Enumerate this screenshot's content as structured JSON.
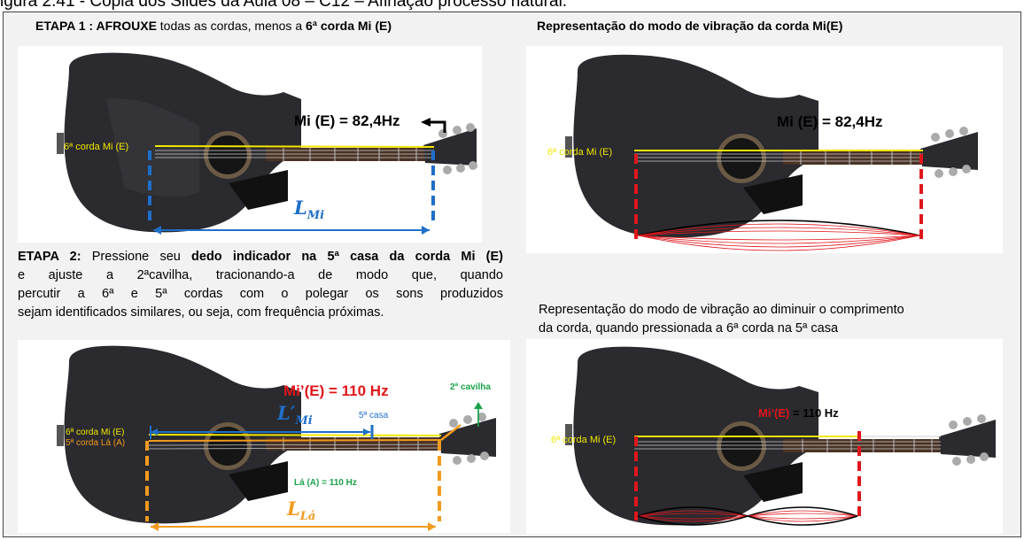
{
  "caption": "igura 2.41 - Cópia dos Slides da Aula 08 – C12 – Afinação processo natural.",
  "step1": {
    "prefix": "ETAPA 1 : ",
    "bold": "AFROUXE",
    "mid": " todas as cordas, menos a ",
    "bold2": "6ª corda  Mi (E)"
  },
  "right_header": "Representação do modo de vibração da corda Mi(E)",
  "step2": {
    "prefix": "ETAPA 2: ",
    "t1": "Pressione seu ",
    "b1": "dedo indicador na 5ª casa da corda Mi (E)",
    "line2": "e ajuste a 2ªcavilha,  tracionando-a de modo  que, quando",
    "line3": "percutir  a 6ª e 5ª cordas com o polegar  os sons produzidos",
    "line4": "sejam identificados similares, ou seja,  com frequência próximas."
  },
  "right_desc": {
    "line1": "Representação do modo de vibração ao diminuir o comprimento",
    "line2": "da corda, quando pressionada a 6ª corda na 5ª casa"
  },
  "panel1": {
    "freq": "Mi (E) = 82,4Hz",
    "string_label": "6ª corda Mi (E)",
    "length_base": "L",
    "length_sub": "Mi"
  },
  "panel2": {
    "freq": "Mi (E) = 82,4Hz",
    "string_label": "6ª corda Mi (E)"
  },
  "panel3": {
    "freq": "Mi’(E) = 110 Hz",
    "string6_label": "6ª corda Mi (E)",
    "string5_label": "5ª corda Lá (A)",
    "fret_label": "5ª casa",
    "peg_label": "2ª cavilha",
    "la_freq": "Lá (A) = 110 Hz",
    "len1_base": "L",
    "len1_prime": "′",
    "len1_sub": "Mi",
    "len2_base": "L",
    "len2_sub": "Lá"
  },
  "panel4": {
    "freq_prefix": "Mi’(E)",
    "freq_suffix": " = 110 Hz",
    "string_label": "6ª corda Mi (E)"
  },
  "colors": {
    "blue": "#1f6fc8",
    "red": "#e0161b",
    "orange": "#f29a1e",
    "green": "#1aa24a",
    "yellow": "#f2e600",
    "guitar": "#2a2a2f"
  }
}
